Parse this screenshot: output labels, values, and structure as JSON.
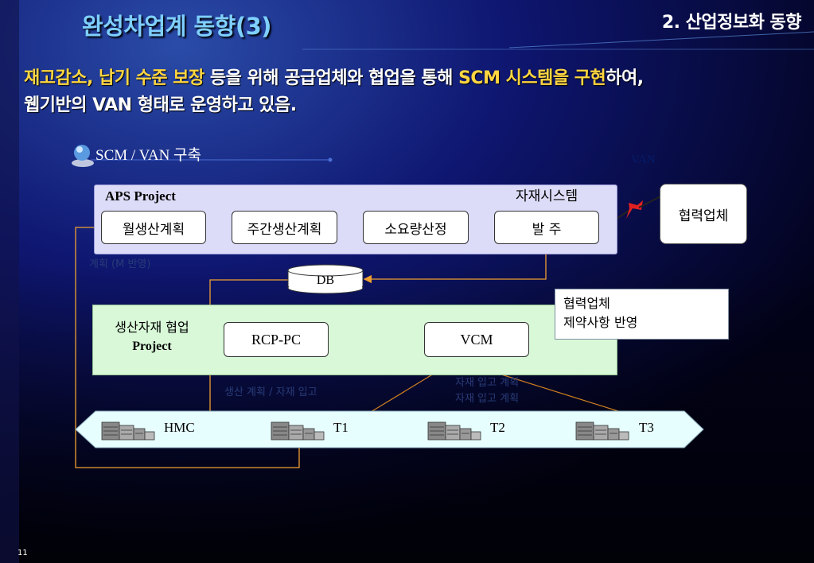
{
  "header": {
    "title": "완성차업계 동향(3)",
    "section": "2. 산업정보화 동향"
  },
  "lead": {
    "line1_hl1": "재고감소, 납기 수준 보장",
    "line1_mid": " 등을 위해 공급업체와 협업을 통해 ",
    "line1_hl2": "SCM 시스템을 구현",
    "line1_tail": "하여,",
    "line2": "웹기반의 VAN 형태로 운영하고 있음."
  },
  "subhead": "SCM / VAN 구축",
  "aps": {
    "label": "APS Project",
    "material_label": "자재시스템",
    "steps": [
      "월생산계획",
      "주간생산계획",
      "소요량산정",
      "발 주"
    ]
  },
  "van_label": "VAN",
  "partner": "협력업체",
  "db_label": "DB",
  "faint_texts": {
    "plan_reflect": "계획 (M 반영)",
    "left_note": "생산 계획 / 자재 입고",
    "mid_note1": "자재 입고 계획",
    "mid_note2": "자재 입고 계획"
  },
  "collab": {
    "label_line1": "생산자재 협업",
    "label_line2": "Project",
    "nodes": [
      "RCP-PC",
      "VCM"
    ]
  },
  "callout": {
    "line1": "협력업체",
    "line2": "제약사항 반영"
  },
  "plants": [
    "HMC",
    "T1",
    "T2",
    "T3"
  ],
  "page_number": "11",
  "colors": {
    "title": "#7fd0ff",
    "highlight": "#ffd640",
    "aps_box": "#dcdcf8",
    "collab_box": "#d8f8d8",
    "plant_band": "#e6fefe",
    "flow_arrow": "#2040c0",
    "feedback_line": "#f0a030"
  }
}
